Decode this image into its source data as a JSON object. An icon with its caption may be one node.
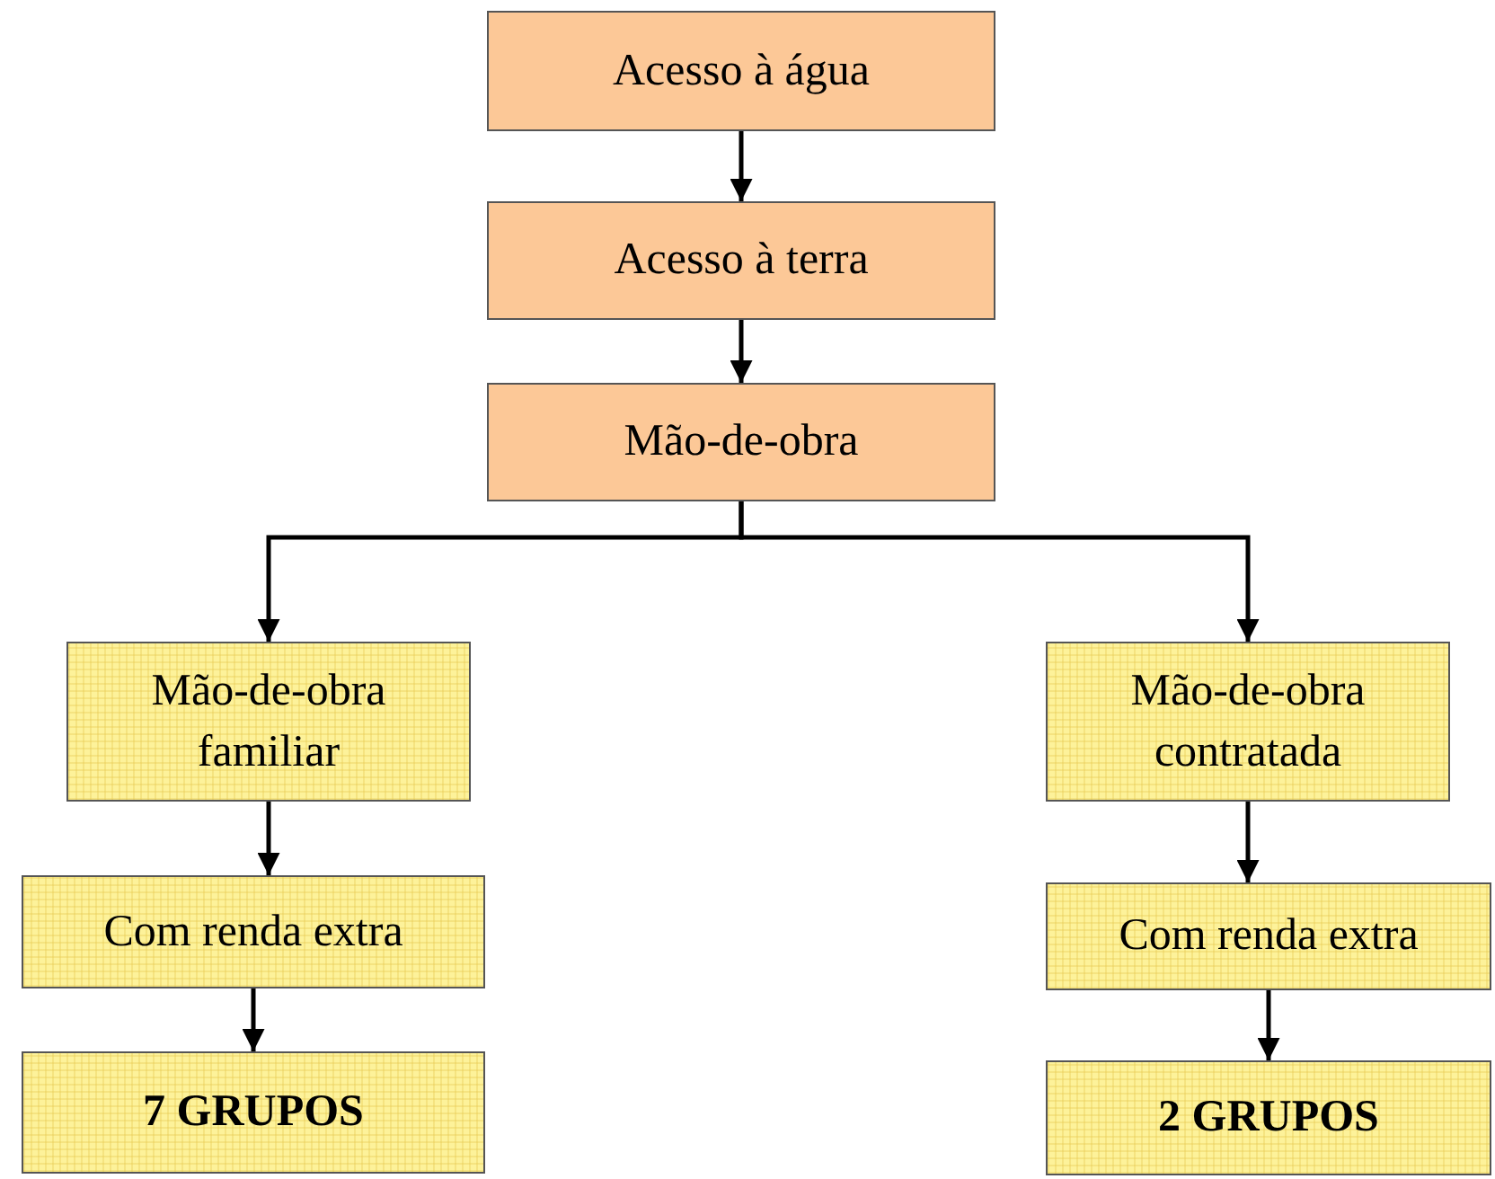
{
  "diagram": {
    "nodes": [
      {
        "text": [
          "Acesso à água"
        ]
      },
      {
        "text": [
          "Acesso à terra"
        ]
      },
      {
        "text": [
          "Mão-de-obra"
        ]
      },
      {
        "text": [
          "Mão-de-obra familiar"
        ]
      },
      {
        "text": [
          "Com renda extra"
        ]
      },
      {
        "text": [
          "7 GRUPOS"
        ]
      },
      {
        "text": [
          "Mão-de-obra contratada"
        ]
      },
      {
        "text": [
          "Com renda extra"
        ]
      },
      {
        "text": [
          "2 GRUPOS"
        ]
      }
    ],
    "edges": [
      {
        "from": 0,
        "to": 1,
        "arrow": "to"
      },
      {
        "from": 1,
        "to": 2,
        "arrow": "to"
      },
      {
        "from": 2,
        "to": 3,
        "arrow": "to"
      },
      {
        "from": 2,
        "to": 6,
        "arrow": "to"
      },
      {
        "from": 3,
        "to": 4,
        "arrow": "to"
      },
      {
        "from": 4,
        "to": 5,
        "arrow": "to"
      },
      {
        "from": 6,
        "to": 7,
        "arrow": "to"
      },
      {
        "from": 7,
        "to": 8,
        "arrow": "to"
      }
    ]
  }
}
